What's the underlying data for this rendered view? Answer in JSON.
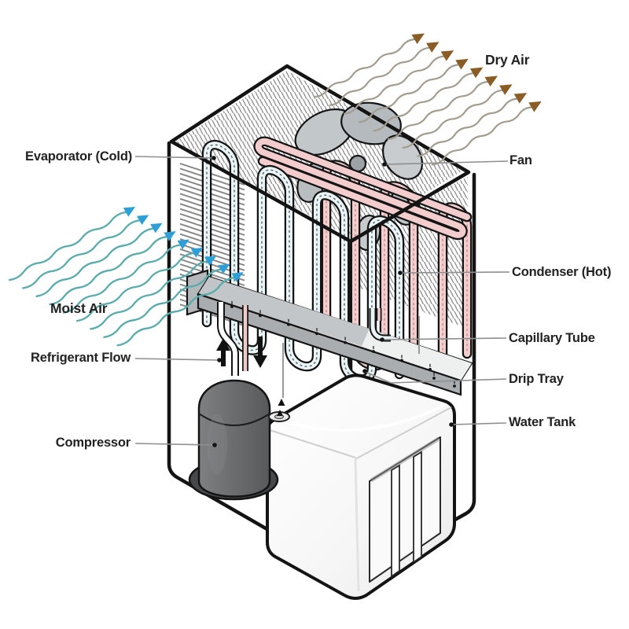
{
  "labels": {
    "evaporator": "Evaporator (Cold)",
    "fan": "Fan",
    "condenser": "Condenser (Hot)",
    "capillary_tube": "Capillary Tube",
    "drip_tray": "Drip Tray",
    "water_tank": "Water Tank",
    "compressor": "Compressor",
    "refrigerant_flow": "Refrigerant Flow",
    "moist_air": "Moist Air",
    "dry_air": "Dry Air"
  },
  "colors": {
    "outline": "#141414",
    "leader": "#8f8f8f",
    "label_text": "#222222",
    "evaporator_tube": "#e9f4f4",
    "condenser_tube": "#f3cdcd",
    "moist_air_wave": "#5aabab",
    "moist_air_arrow": "#2f9fd8",
    "dry_air_wave": "#a39d90",
    "dry_air_arrow": "#8a5d26",
    "fan_blade": "#c2c7ca",
    "compressor_body": "#6b6d6f",
    "drip_tray": "#c9cdcf",
    "water_tank": "#fbfbfb"
  }
}
